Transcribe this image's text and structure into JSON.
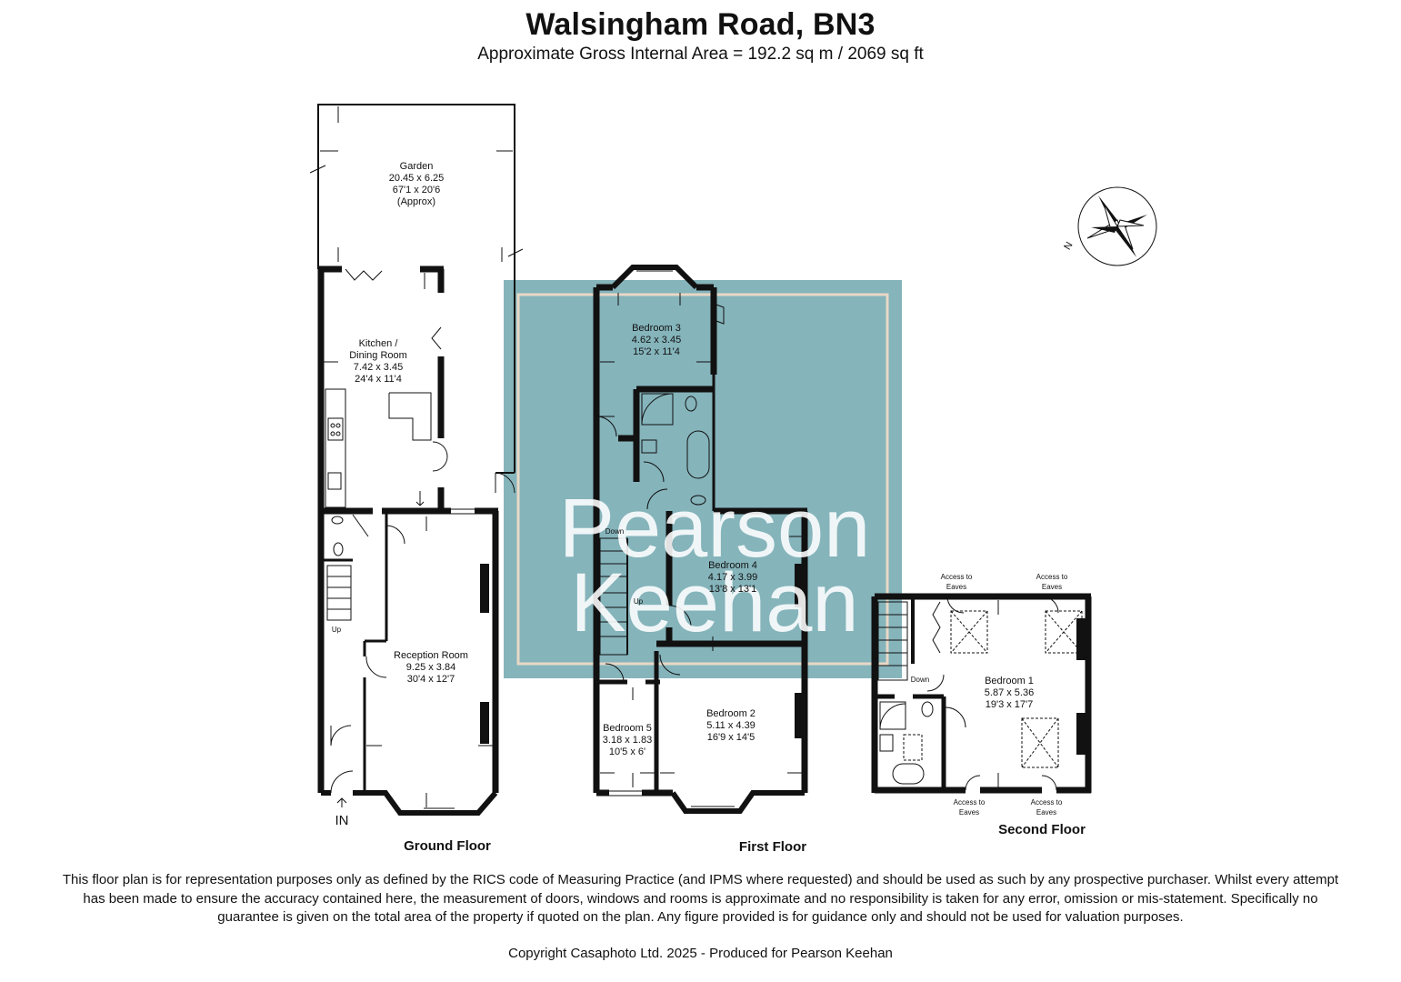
{
  "title": "Walsingham Road, BN3",
  "subtitle": "Approximate Gross Internal Area = 192.2 sq m / 2069 sq ft",
  "watermark": {
    "line1": "Pearson",
    "line2": "Keehan",
    "color": "#6aa3ac"
  },
  "floors": {
    "ground": "Ground Floor",
    "first": "First Floor",
    "second": "Second Floor"
  },
  "entrance_label": "IN",
  "stairs": {
    "up": "Up",
    "down": "Down"
  },
  "rooms": {
    "garden": {
      "name": "Garden",
      "metric": "20.45 x 6.25",
      "imperial": "67'1 x 20'6",
      "note": "(Approx)"
    },
    "kitchen": {
      "name_line1": "Kitchen /",
      "name_line2": "Dining Room",
      "metric": "7.42 x 3.45",
      "imperial": "24'4 x 11'4"
    },
    "reception": {
      "name": "Reception Room",
      "metric": "9.25 x 3.84",
      "imperial": "30'4 x 12'7"
    },
    "bedroom3": {
      "name": "Bedroom 3",
      "metric": "4.62 x 3.45",
      "imperial": "15'2 x 11'4"
    },
    "bedroom4": {
      "name": "Bedroom 4",
      "metric": "4.17 x 3.99",
      "imperial": "13'8 x 13'1"
    },
    "bedroom2": {
      "name": "Bedroom 2",
      "metric": "5.11 x 4.39",
      "imperial": "16'9 x 14'5"
    },
    "bedroom5": {
      "name": "Bedroom 5",
      "metric": "3.18 x 1.83",
      "imperial": "10'5 x 6'"
    },
    "bedroom1": {
      "name": "Bedroom 1",
      "metric": "5.87 x 5.36",
      "imperial": "19'3 x 17'7"
    }
  },
  "eaves": {
    "line1": "Access to",
    "line2": "Eaves"
  },
  "compass": {
    "label": "N"
  },
  "disclaimer": "This floor plan is for representation purposes only as defined by the RICS code of Measuring Practice (and IPMS where requested) and should be used as such by any prospective purchaser. Whilst every attempt has been made to ensure the accuracy contained here, the measurement of doors, windows and rooms is approximate and no responsibility is taken for any error, omission or mis-statement. Specifically no guarantee is given on the total area of the property if quoted on the plan. Any figure provided is for guidance only and should not be used for valuation purposes.",
  "copyright": "Copyright Casaphoto Ltd. 2025 - Produced for Pearson Keehan"
}
